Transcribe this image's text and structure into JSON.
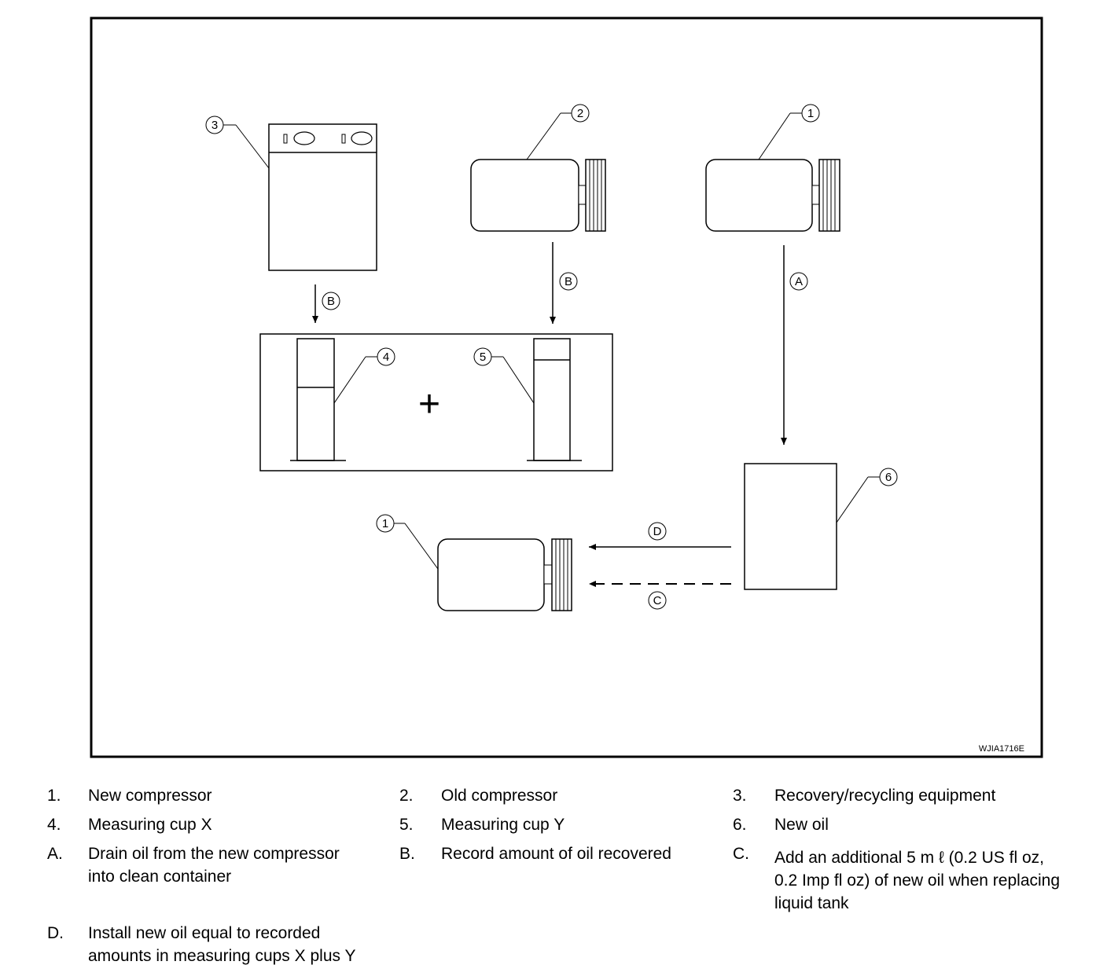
{
  "figure": {
    "code": "WJIA1716E",
    "callouts": {
      "c1_new_compressor_top": "1",
      "c2_old_compressor": "2",
      "c3_recovery_equipment": "3",
      "c4_cup_x": "4",
      "c5_cup_y": "5",
      "c6_new_oil": "6",
      "c1_new_compressor_bottom": "1"
    },
    "steps": {
      "b_left": "B",
      "b_right": "B",
      "a": "A",
      "d": "D",
      "c": "C"
    },
    "plus_sign": "+"
  },
  "legend": [
    {
      "key": "1.",
      "text": "New compressor"
    },
    {
      "key": "2.",
      "text": "Old compressor"
    },
    {
      "key": "3.",
      "text": "Recovery/recycling equipment"
    },
    {
      "key": "4.",
      "text": "Measuring cup X"
    },
    {
      "key": "5.",
      "text": "Measuring cup Y"
    },
    {
      "key": "6.",
      "text": "New oil"
    },
    {
      "key": "A.",
      "text": "Drain oil from the new compressor",
      "text2": "into clean container"
    },
    {
      "key": "B.",
      "text": "Record amount of oil recovered"
    },
    {
      "key": "C.",
      "text": "Add an additional 5 m ℓ  (0.2 US fl oz,",
      "text2": "0.2 Imp fl oz) of new oil when replacing",
      "text3": "liquid tank"
    },
    {
      "key": "D.",
      "text": "Install new oil equal to recorded",
      "text2": "amounts in measuring cups X plus Y"
    }
  ]
}
